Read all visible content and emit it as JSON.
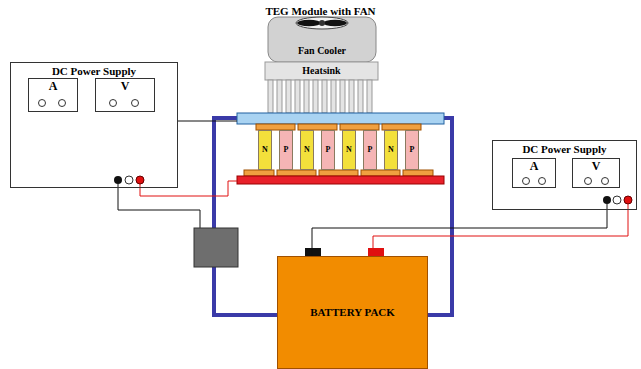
{
  "diagram": {
    "title": "TEG Module with FAN",
    "nodes": [
      {
        "text": [
          "Fan Cooler"
        ]
      },
      {
        "text": [
          "Heatsink"
        ]
      },
      {
        "text": [
          "DC Power Supply"
        ]
      },
      {
        "text": [
          "A"
        ],
        "in": 2
      },
      {
        "text": [
          "V"
        ],
        "in": 2
      },
      {
        "text": [
          "N"
        ]
      },
      {
        "text": [
          "P"
        ]
      },
      {
        "text": [
          "N"
        ]
      },
      {
        "text": [
          "P"
        ]
      },
      {
        "text": [
          "N"
        ]
      },
      {
        "text": [
          "P"
        ]
      },
      {
        "text": [
          "N"
        ]
      },
      {
        "text": [
          "P"
        ]
      },
      {
        "text": [
          "DC Power Supply"
        ]
      },
      {
        "text": [
          "A"
        ],
        "in": 13
      },
      {
        "text": [
          "V"
        ],
        "in": 13
      },
      {
        "text": [
          "BATTERY PACK"
        ]
      }
    ],
    "edges": [
      {
        "from": 13,
        "to": 16,
        "arrow": "none"
      },
      {
        "from": 13,
        "to": 16,
        "arrow": "none"
      }
    ]
  }
}
